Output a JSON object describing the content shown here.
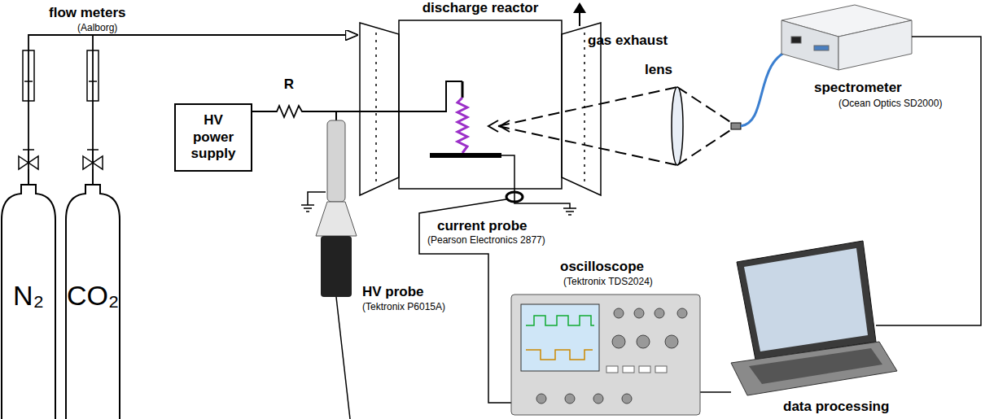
{
  "diagram": {
    "nodes": [
      {
        "text": [
          "N₂"
        ]
      },
      {
        "text": [
          "CO₂"
        ]
      },
      {
        "text": [
          "HV power supply"
        ]
      },
      {
        "text": [
          "discharge reactor"
        ]
      }
    ],
    "edges": [
      {
        "from": 0,
        "to": 3,
        "arrow": "to"
      },
      {
        "from": 1,
        "to": 3,
        "arrow": "to"
      },
      {
        "from": 2,
        "to": 3,
        "label": "R",
        "arrow": "none"
      }
    ],
    "labels": [
      "flow meters",
      "(Aalborg)",
      "gas exhaust",
      "lens",
      "spectrometer",
      "(Ocean Optics SD2000)",
      "current probe",
      "(Pearson Electronics 2877)",
      "oscilloscope",
      "(Tektronix TDS2024)",
      "HV probe",
      "(Tektronix P6015A)",
      "data processing"
    ]
  }
}
